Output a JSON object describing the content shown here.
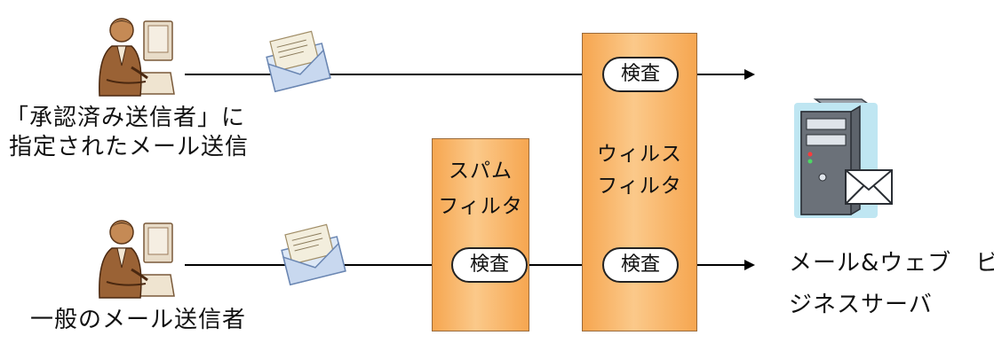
{
  "senders": {
    "approved": {
      "label_line1": "「承認済み送信者」に",
      "label_line2": "指定されたメール送信"
    },
    "general": {
      "label": "一般のメール送信者"
    }
  },
  "filters": {
    "spam": {
      "line1": "スパム",
      "line2": "フィルタ"
    },
    "virus": {
      "line1": "ウィルス",
      "line2": "フィルタ"
    }
  },
  "inspection": {
    "label": "検査"
  },
  "server": {
    "label_line1": "メール&ウェブ　ビ",
    "label_line2": "ジネスサーバ"
  },
  "colors": {
    "filter_fill": "#f6a650",
    "line": "#000000"
  }
}
